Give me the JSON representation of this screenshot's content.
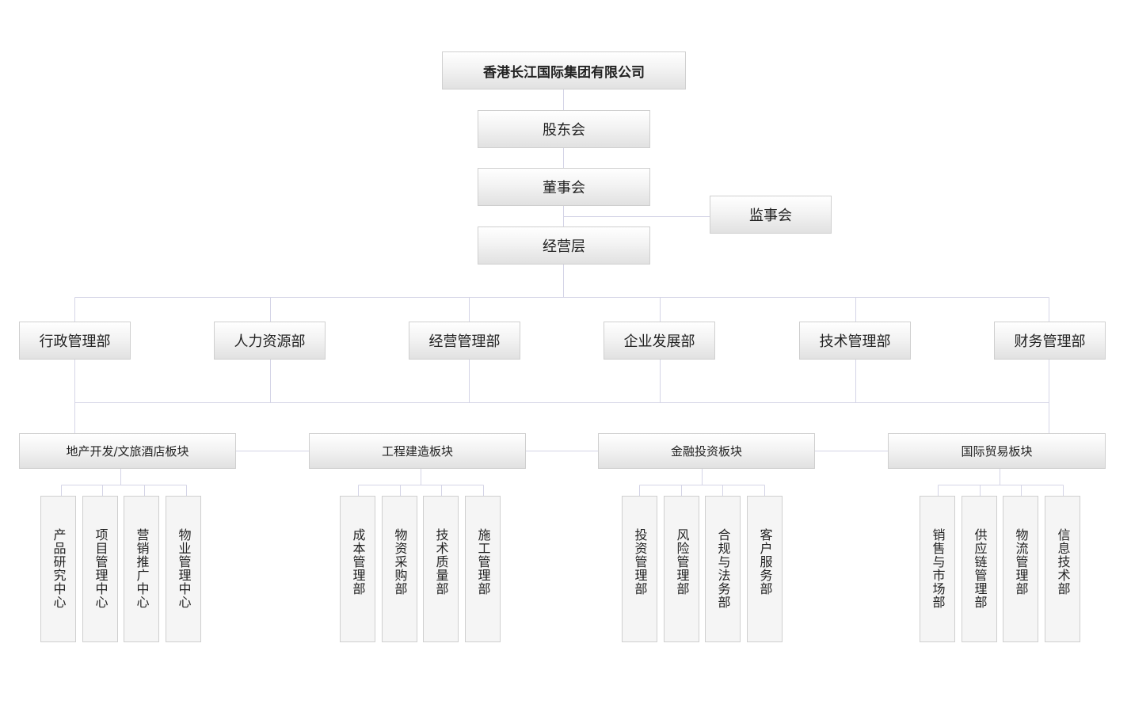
{
  "company": "香港长江国际集团有限公司",
  "shareholders": "股东会",
  "board": "董事会",
  "supervisors": "监事会",
  "management": "经营层",
  "departments": [
    "行政管理部",
    "人力资源部",
    "经营管理部",
    "企业发展部",
    "技术管理部",
    "财务管理部"
  ],
  "sectors": [
    {
      "name": "地产开发/文旅酒店板块",
      "units": [
        "产品研究中心",
        "项目管理中心",
        "营销推广中心",
        "物业管理中心"
      ]
    },
    {
      "name": "工程建造板块",
      "units": [
        "成本管理部",
        "物资采购部",
        "技术质量部",
        "施工管理部"
      ]
    },
    {
      "name": "金融投资板块",
      "units": [
        "投资管理部",
        "风险管理部",
        "合规与法务部",
        "客户服务部"
      ]
    },
    {
      "name": "国际贸易板块",
      "units": [
        "销售与市场部",
        "供应链管理部",
        "物流管理部",
        "信息技术部"
      ]
    }
  ]
}
